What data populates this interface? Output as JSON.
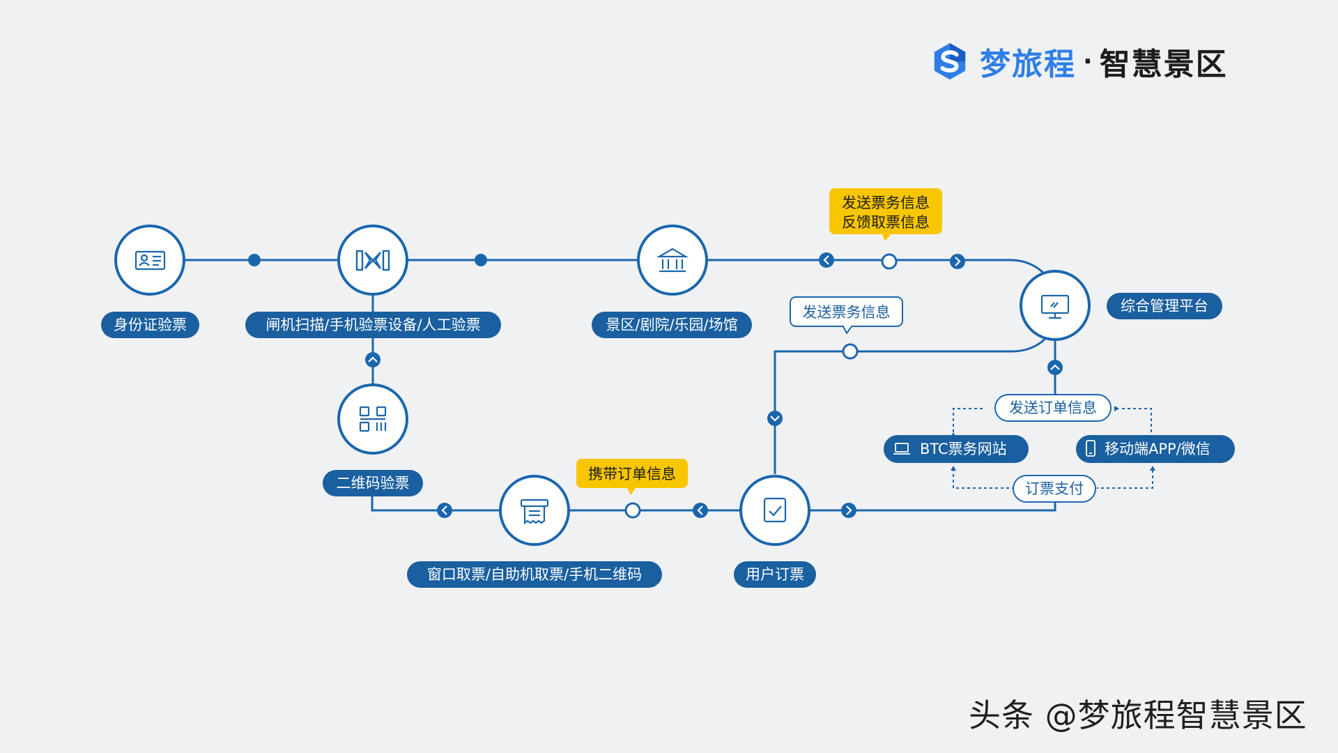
{
  "brand": {
    "name": "梦旅程",
    "separator": "·",
    "subtitle": "智慧景区"
  },
  "watermark": "头条 @梦旅程智慧景区",
  "colors": {
    "accent": "#1a66ae",
    "line": "#1a66ae",
    "label_fill": "#1a5f9f",
    "callout_yellow": "#f7c600",
    "background": "#f0f1f3"
  },
  "nodes": [
    {
      "id": "id-card",
      "label": "身份证验票",
      "icon": "id-card-icon"
    },
    {
      "id": "gate",
      "label": "闸机扫描/手机验票设备/人工验票",
      "icon": "gate-icon"
    },
    {
      "id": "venue",
      "label": "景区/剧院/乐园/场馆",
      "icon": "bank-icon"
    },
    {
      "id": "platform",
      "label": "综合管理平台",
      "icon": "monitor-icon"
    },
    {
      "id": "qrcode",
      "label": "二维码验票",
      "icon": "qr-code-icon"
    },
    {
      "id": "pickup",
      "label": "窗口取票/自助机取票/手机二维码",
      "icon": "ticket-printer-icon"
    },
    {
      "id": "order",
      "label": "用户订票",
      "icon": "checklist-icon"
    }
  ],
  "channels": {
    "btc": "BTC票务网站",
    "mobile": "移动端APP/微信",
    "send_order": "发送订单信息",
    "pay": "订票支付"
  },
  "callouts": {
    "send_feedback_line1": "发送票务信息",
    "send_feedback_line2": "反馈取票信息",
    "send_ticket": "发送票务信息",
    "carry_order": "携带订单信息"
  }
}
